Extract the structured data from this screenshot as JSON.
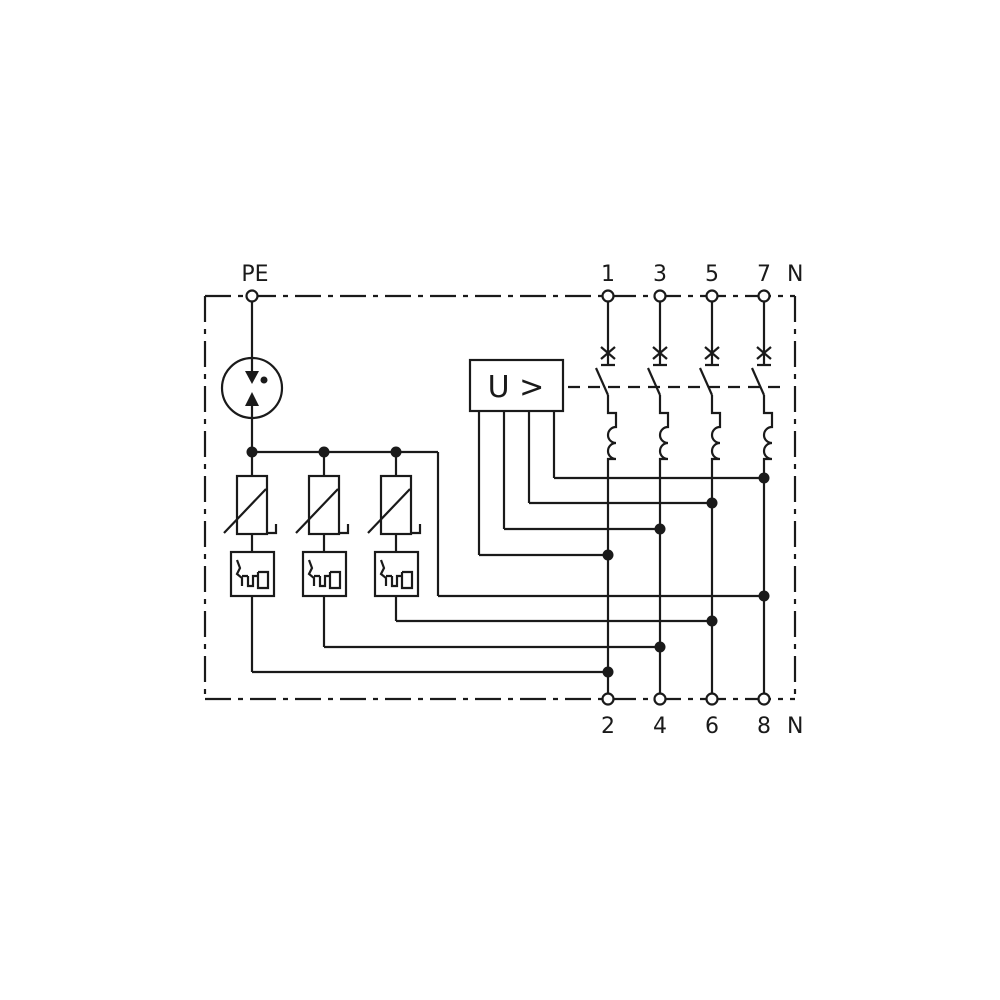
{
  "terminals": {
    "pe": "PE",
    "top": [
      "1",
      "3",
      "5",
      "7"
    ],
    "bottom": [
      "2",
      "4",
      "6",
      "8"
    ],
    "neutral_top": "N",
    "neutral_bottom": "N"
  },
  "undervoltage_release": {
    "label": "U >"
  }
}
